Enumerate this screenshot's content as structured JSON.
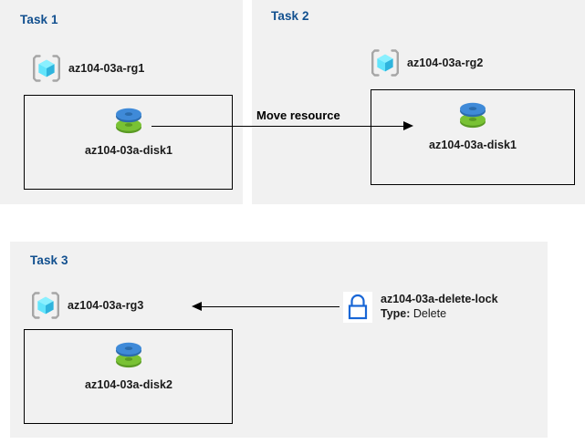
{
  "diagram": {
    "title": "Azure resource group tasks diagram",
    "colors": {
      "panel_background": "#f1f1f1",
      "page_background": "#ffffff",
      "heading": "#12508f",
      "text": "#1a1a1a",
      "border": "#000000",
      "cube_cyan": "#55e2ff",
      "cube_cyan_dark": "#32b5e0",
      "bracket_gray": "#a6a6a6",
      "disk_blue": "#3b86d4",
      "disk_green": "#74b830",
      "lock_blue": "#1866d6"
    }
  },
  "panels": [
    {
      "id": "task1",
      "title": "Task 1"
    },
    {
      "id": "task2",
      "title": "Task 2"
    },
    {
      "id": "task3",
      "title": "Task 3"
    }
  ],
  "nodes": {
    "rg1": {
      "label": "az104-03a-rg1",
      "icon": "resource-group-icon"
    },
    "rg2": {
      "label": "az104-03a-rg2",
      "icon": "resource-group-icon"
    },
    "rg3": {
      "label": "az104-03a-rg3",
      "icon": "resource-group-icon"
    },
    "disk1": {
      "label": "az104-03a-disk1",
      "icon": "managed-disk-icon"
    },
    "disk2": {
      "label": "az104-03a-disk1",
      "icon": "managed-disk-icon"
    },
    "disk3": {
      "label": "az104-03a-disk2",
      "icon": "managed-disk-icon"
    },
    "lock": {
      "label": "az104-03a-delete-lock",
      "type_key": "Type:",
      "type_value": "Delete",
      "icon": "lock-icon"
    }
  },
  "connectors": {
    "move": {
      "label": "Move resource",
      "direction": "left-to-right"
    },
    "lock_applies": {
      "label": "",
      "direction": "right-to-left"
    }
  }
}
